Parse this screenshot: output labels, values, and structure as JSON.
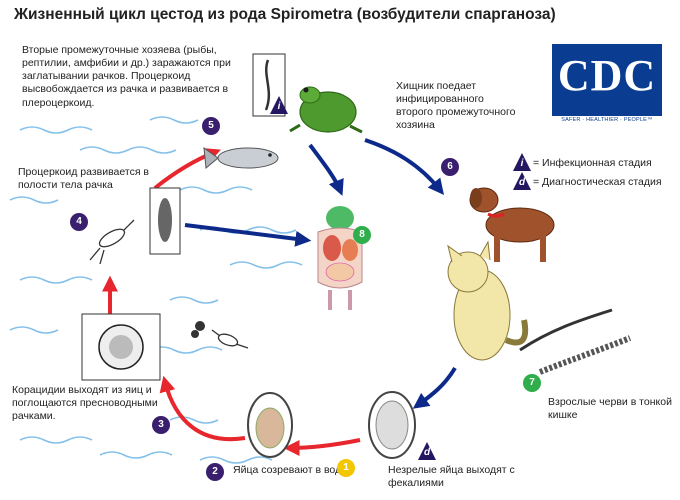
{
  "title": "Жизненный цикл цестод из рода Spirometra (возбудители спарганоза)",
  "logo": {
    "name": "CDC",
    "tagline": "SAFER · HEALTHIER · PEOPLE™"
  },
  "legend": {
    "infective_symbol": "i",
    "infective_label": "= Инфекционная стадия",
    "diagnostic_symbol": "d",
    "diagnostic_label": "= Диагностическая стадия"
  },
  "steps": {
    "s1": {
      "num": "1",
      "text": "Яйца созревают в воде"
    },
    "s2": {
      "num": "2"
    },
    "s3": {
      "num": "3",
      "text": "Корацидии выходят из яиц и поглощаются пресноводными рачками."
    },
    "s4": {
      "num": "4",
      "text": "Процеркоид развивается в полости тела рачка"
    },
    "s5": {
      "num": "5",
      "text": "Вторые промежуточные хозяева (рыбы, рептилии, амфибии и др.) заражаются при заглатывании рачков. Процеркоид высвобождается из рачка и развивается в плероцеркоид."
    },
    "s6": {
      "num": "6",
      "text": "Хищник поедает инфицированного второго промежуточного хозяина"
    },
    "s7": {
      "num": "7",
      "text": "Взрослые черви в тонкой кишке"
    },
    "s8": {
      "num": "8"
    },
    "d": {
      "text": "Незрелые яйца выходят с фекалиями"
    }
  },
  "colors": {
    "red_arrow": "#e8262d",
    "blue_arrow": "#0d2a8a",
    "water": "#6fb6e6",
    "badge_purple": "#3a1f6e",
    "badge_green": "#2fae4b",
    "badge_yellow": "#f2c600",
    "cdc_blue": "#0a3d91"
  },
  "icons": [
    "crustacean-icon",
    "fish-icon",
    "frog-icon",
    "dog-icon",
    "cat-icon",
    "worm-icon",
    "egg-icon",
    "coracidium-icon",
    "human-organs-icon"
  ]
}
